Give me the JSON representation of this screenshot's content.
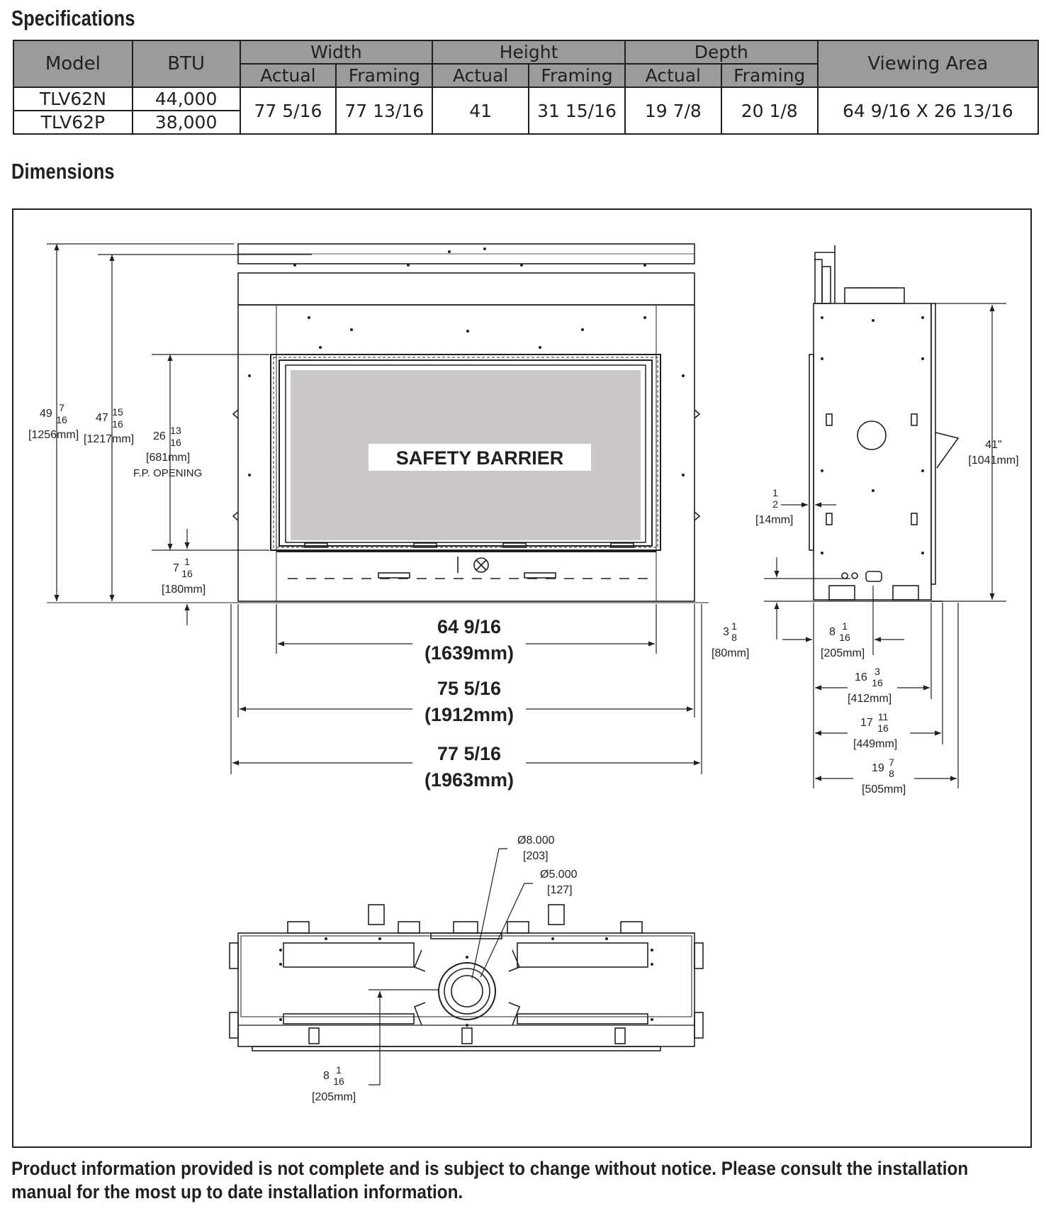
{
  "spec_title": "Specifications",
  "table": {
    "h_model": "Model",
    "h_btu": "BTU",
    "h_width": "Width",
    "h_height": "Height",
    "h_depth": "Depth",
    "h_viewing": "Viewing Area",
    "sub_actual": "Actual",
    "sub_framing": "Framing",
    "rows": [
      {
        "model": "TLV62N",
        "btu": "44,000"
      },
      {
        "model": "TLV62P",
        "btu": "38,000"
      }
    ],
    "width_actual": "77 5/16",
    "width_framing": "77 13/16",
    "height_actual": "41",
    "height_framing": "31 15/16",
    "depth_actual": "19 7/8",
    "depth_framing": "20 1/8",
    "viewing_area": "64 9/16 X 26 13/16"
  },
  "dim_title": "Dimensions",
  "front": {
    "safety_barrier": "SAFETY BARRIER",
    "dim_49_whole": "49",
    "dim_49_num": "7",
    "dim_49_den": "16",
    "dim_49_mm": "[1256mm]",
    "dim_47_whole": "47",
    "dim_47_num": "15",
    "dim_47_den": "16",
    "dim_47_mm": "[1217mm]",
    "dim_26_whole": "26",
    "dim_26_num": "13",
    "dim_26_den": "16",
    "dim_26_mm": "[681mm]",
    "fp_opening": "F.P. OPENING",
    "dim_7_whole": "7",
    "dim_7_num": "1",
    "dim_7_den": "16",
    "dim_7_mm": "[180mm]",
    "w1": "64 9/16",
    "w1_mm": "(1639mm)",
    "w2": "75 5/16",
    "w2_mm": "(1912mm)",
    "w3": "77 5/16",
    "w3_mm": "(1963mm)"
  },
  "side": {
    "h41": "41\"",
    "h41_mm": "[1041mm]",
    "half_num": "1",
    "half_den": "2",
    "half_mm": "[14mm]",
    "d3_whole": "3",
    "d3_num": "1",
    "d3_den": "8",
    "d3_mm": "[80mm]",
    "d8_whole": "8",
    "d8_num": "1",
    "d8_den": "16",
    "d8_mm": "[205mm]",
    "d16_whole": "16",
    "d16_num": "3",
    "d16_den": "16",
    "d16_mm": "[412mm]",
    "d17_whole": "17",
    "d17_num": "11",
    "d17_den": "16",
    "d17_mm": "[449mm]",
    "d19_whole": "19",
    "d19_num": "7",
    "d19_den": "8",
    "d19_mm": "[505mm]"
  },
  "top_view": {
    "dia8": "Ø8.000",
    "dia8_mm": "[203]",
    "dia5": "Ø5.000",
    "dia5_mm": "[127]",
    "d8_whole": "8",
    "d8_num": "1",
    "d8_den": "16",
    "d8_mm": "[205mm]"
  },
  "footer": "Product information provided is not complete and is subject to change without notice.  Please consult the installation manual for the most up to date installation information."
}
